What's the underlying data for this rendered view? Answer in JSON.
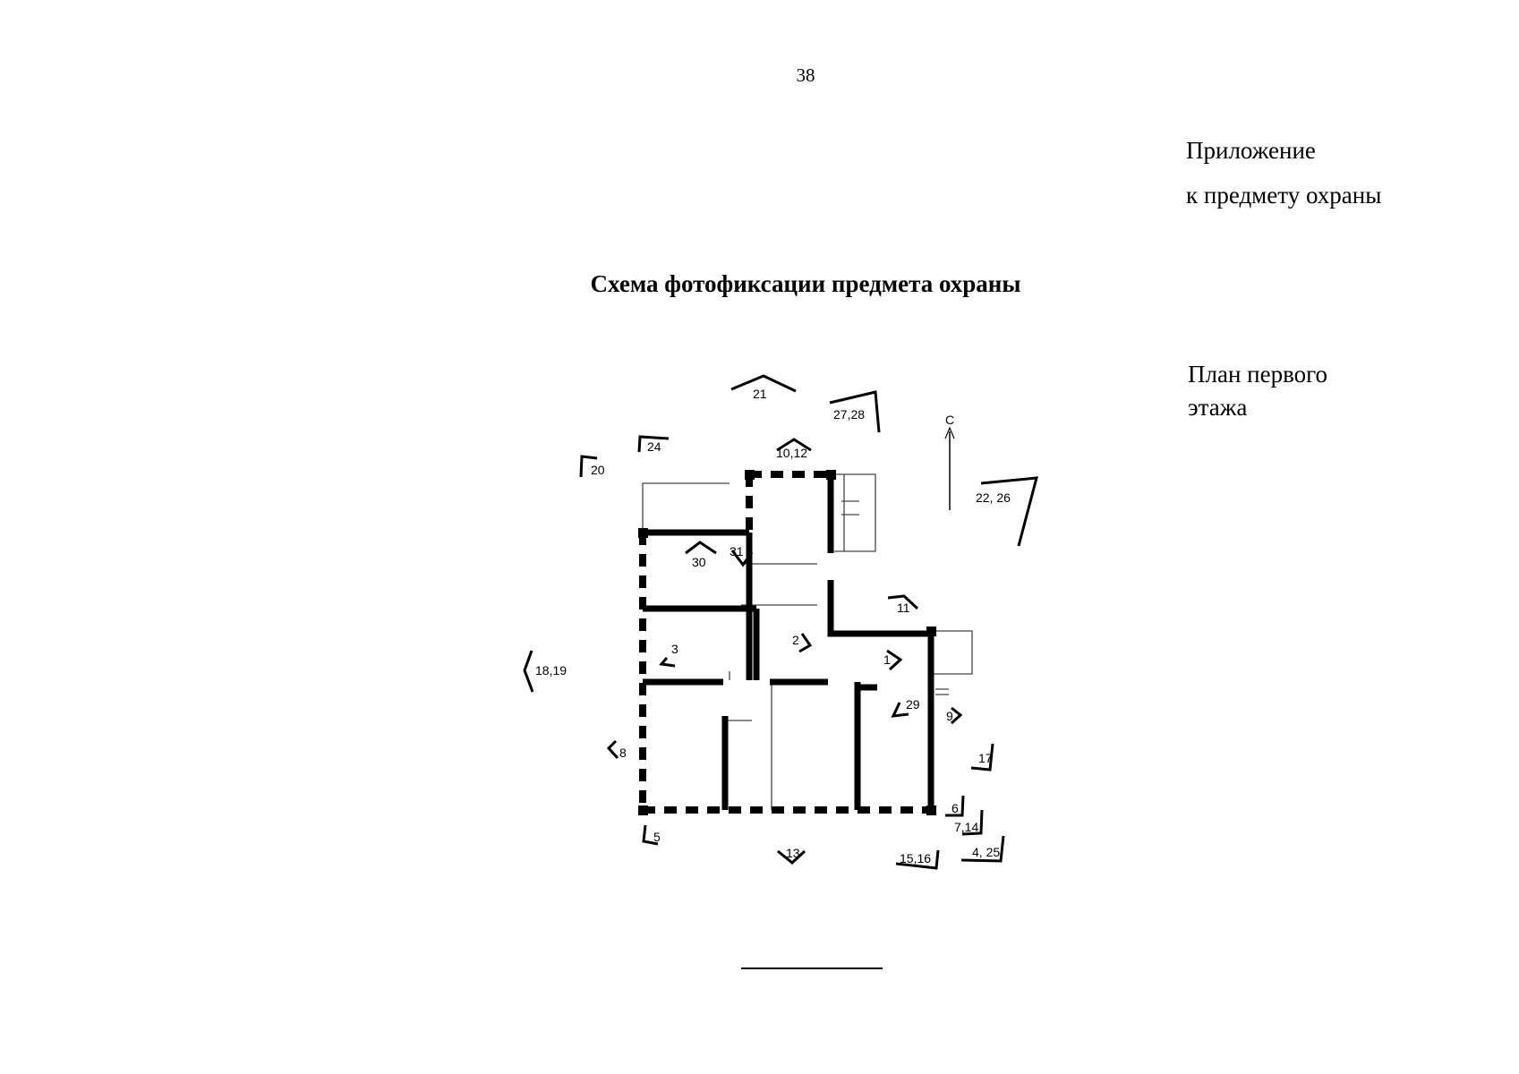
{
  "page_number": "38",
  "appendix": {
    "line1": "Приложение",
    "line2": "к предмету охраны"
  },
  "title": "Схема фотофиксации предмета охраны",
  "plan": {
    "caption_line1": "План первого",
    "caption_line2": "этажа",
    "north_label": "С",
    "viewpoints": {
      "v1": "1",
      "v2": "2",
      "v3": "3",
      "v4_25": "4, 25",
      "v5": "5",
      "v6": "6",
      "v7_14": "7,14",
      "v8": "8",
      "v9": "9",
      "v10_12": "10,12",
      "v11": "11",
      "v13": "13",
      "v15_16": "15,16",
      "v17": "17",
      "v18_19": "18,19",
      "v20": "20",
      "v21": "21",
      "v22_26": "22, 26",
      "v24": "24",
      "v27_28": "27,28",
      "v29": "29",
      "v30": "30",
      "v31": "31"
    }
  }
}
